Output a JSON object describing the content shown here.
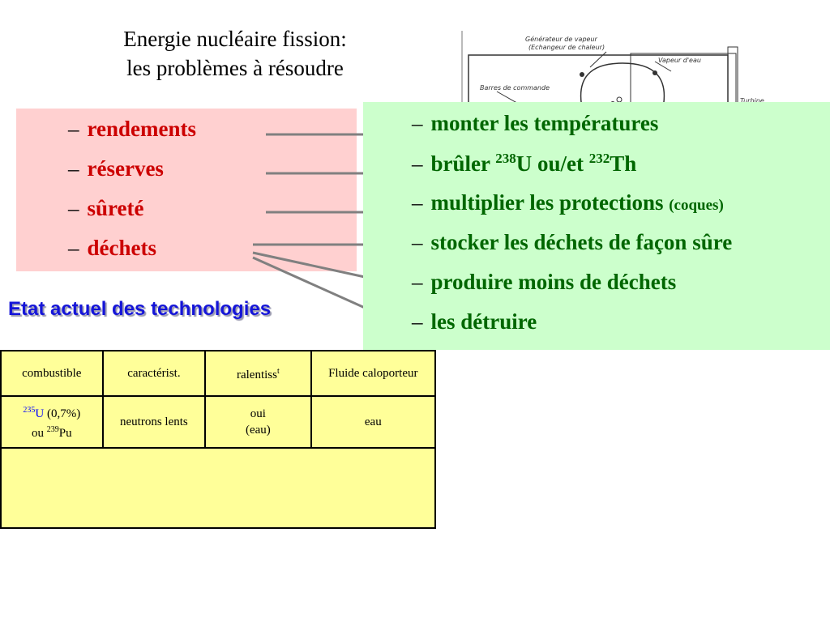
{
  "title": {
    "line1": "Energie nucléaire fission:",
    "line2": "les problèmes à résoudre"
  },
  "problems": {
    "dash": "–",
    "items": [
      "rendements",
      "réserves",
      "sûreté",
      "déchets"
    ]
  },
  "solutions": {
    "dash": "–",
    "item1": "monter les températures",
    "item2": {
      "pre": "brûler ",
      "sup1": "238",
      "mid": "U ou/et ",
      "sup2": "232",
      "post": "Th"
    },
    "item3": {
      "main": "multiplier les protections ",
      "small": "(coques)"
    },
    "item4": "stocker les déchets de façon sûre",
    "item5": "produire moins de déchets",
    "item6": "les détruire"
  },
  "subtitle": "Etat actuel des technologies",
  "diagram": {
    "labels": [
      "Générateur de vapeur",
      "(Echangeur de chaleur)",
      "Vapeur d'eau",
      "Barres de commande",
      "Turbine"
    ]
  },
  "table": {
    "headers": [
      "combustible",
      "caractérist.",
      "ralentiss",
      "Fluide caloporteur"
    ],
    "header_sup": "t",
    "row1": {
      "fuel_sup1": "235",
      "fuel_u": "U",
      "fuel_pct": " (0,7%)",
      "fuel_or": "ou ",
      "fuel_sup2": "239",
      "fuel_pu": "Pu",
      "charact": "neutrons lents",
      "moderator_1": "oui",
      "moderator_2": "(eau)",
      "coolant": "eau"
    }
  },
  "colors": {
    "problems_bg": "#ffd0d0",
    "problems_text": "#cc0000",
    "solutions_bg": "#ccffcc",
    "solutions_text": "#006600",
    "subtitle": "#1515d8",
    "table_bg": "#ffff99",
    "connector": "#808080"
  }
}
